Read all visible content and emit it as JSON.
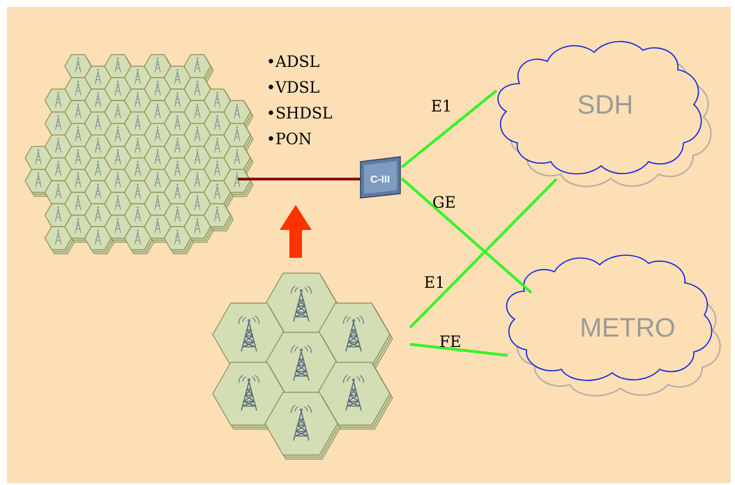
{
  "colors": {
    "background": "#FDDFB6",
    "link_green": "#39F227",
    "link_darkred": "#8B0B0B",
    "arrow_red": "#FF3300",
    "cloud_stroke": "#0D1FE0",
    "cloud_shadow": "#B8B0A6",
    "cloud_text": "#9A9A9A",
    "hex_fill": "#D3DEB5",
    "hex_stroke": "#8C8C55"
  },
  "access_list": [
    "•ADSL",
    "•VDSL",
    "•SHDSL",
    "•PON"
  ],
  "clouds": {
    "sdh": "SDH",
    "metro": "METRO"
  },
  "links": {
    "e1_top": "E1",
    "ge": "GE",
    "e1_bottom": "E1",
    "fe": "FE"
  },
  "device": {
    "label": "C-III",
    "icon": "access-device-icon"
  },
  "icons": {
    "tower": "radio-tower-icon",
    "arrow": "up-arrow-icon"
  }
}
